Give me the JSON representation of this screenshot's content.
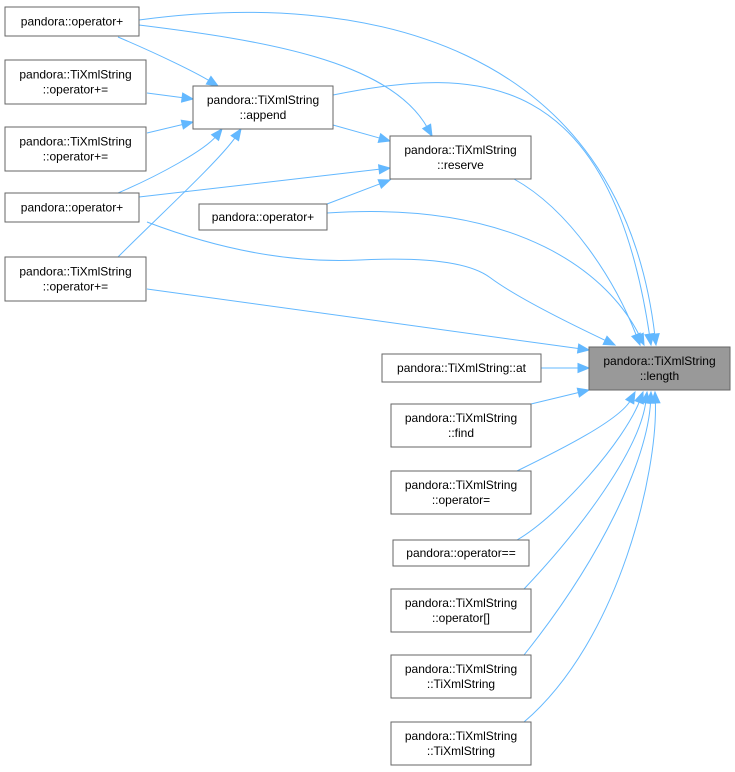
{
  "graph": {
    "target": {
      "id": "length",
      "lines": [
        "pandora::TiXmlString",
        "::length"
      ]
    },
    "nodes": [
      {
        "id": "op_plus_1",
        "lines": [
          "pandora::operator+"
        ]
      },
      {
        "id": "op_pluseq_1",
        "lines": [
          "pandora::TiXmlString",
          "::operator+="
        ]
      },
      {
        "id": "op_pluseq_2",
        "lines": [
          "pandora::TiXmlString",
          "::operator+="
        ]
      },
      {
        "id": "op_plus_2",
        "lines": [
          "pandora::operator+"
        ]
      },
      {
        "id": "op_pluseq_3",
        "lines": [
          "pandora::TiXmlString",
          "::operator+="
        ]
      },
      {
        "id": "append",
        "lines": [
          "pandora::TiXmlString",
          "::append"
        ]
      },
      {
        "id": "reserve",
        "lines": [
          "pandora::TiXmlString",
          "::reserve"
        ]
      },
      {
        "id": "op_plus_3",
        "lines": [
          "pandora::operator+"
        ]
      },
      {
        "id": "at",
        "lines": [
          "pandora::TiXmlString::at"
        ]
      },
      {
        "id": "find",
        "lines": [
          "pandora::TiXmlString",
          "::find"
        ]
      },
      {
        "id": "op_assign",
        "lines": [
          "pandora::TiXmlString",
          "::operator="
        ]
      },
      {
        "id": "op_eqeq",
        "lines": [
          "pandora::operator=="
        ]
      },
      {
        "id": "op_index",
        "lines": [
          "pandora::TiXmlString",
          "::operator[]"
        ]
      },
      {
        "id": "ctor_1",
        "lines": [
          "pandora::TiXmlString",
          "::TiXmlString"
        ]
      },
      {
        "id": "ctor_2",
        "lines": [
          "pandora::TiXmlString",
          "::TiXmlString"
        ]
      }
    ],
    "edges": [
      {
        "from": "op_plus_1",
        "to": "length"
      },
      {
        "from": "op_plus_1",
        "to": "append"
      },
      {
        "from": "op_plus_1",
        "to": "reserve"
      },
      {
        "from": "op_pluseq_1",
        "to": "append"
      },
      {
        "from": "op_pluseq_2",
        "to": "append"
      },
      {
        "from": "op_plus_2",
        "to": "append"
      },
      {
        "from": "op_plus_2",
        "to": "reserve"
      },
      {
        "from": "op_plus_2",
        "to": "length"
      },
      {
        "from": "op_pluseq_3",
        "to": "append"
      },
      {
        "from": "op_pluseq_3",
        "to": "length"
      },
      {
        "from": "append",
        "to": "reserve"
      },
      {
        "from": "append",
        "to": "length"
      },
      {
        "from": "reserve",
        "to": "length"
      },
      {
        "from": "op_plus_3",
        "to": "reserve"
      },
      {
        "from": "op_plus_3",
        "to": "length"
      },
      {
        "from": "at",
        "to": "length"
      },
      {
        "from": "find",
        "to": "length"
      },
      {
        "from": "op_assign",
        "to": "length"
      },
      {
        "from": "op_eqeq",
        "to": "length"
      },
      {
        "from": "op_index",
        "to": "length"
      },
      {
        "from": "ctor_1",
        "to": "length"
      },
      {
        "from": "ctor_2",
        "to": "length"
      }
    ],
    "colors": {
      "edge": "#63b8ff",
      "node_border": "#666666",
      "target_fill": "#999999",
      "node_fill": "#ffffff"
    }
  }
}
